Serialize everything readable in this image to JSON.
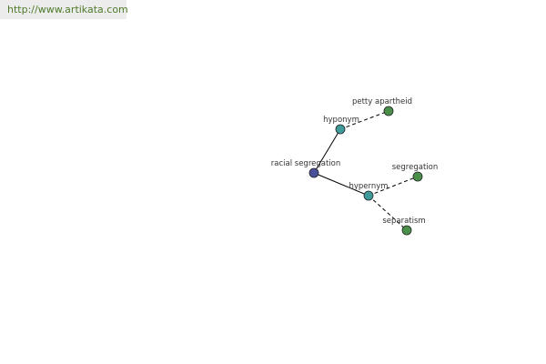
{
  "banner": {
    "url_text": "http://www.artikata.com"
  },
  "graph": {
    "nodes": {
      "root": {
        "label": "racial segregation",
        "color": "#4a4f9a"
      },
      "hyponym": {
        "label": "hyponym",
        "color": "#3f9a9a"
      },
      "hypernym": {
        "label": "hypernym",
        "color": "#3f9a9a"
      },
      "petty_apartheid": {
        "label": "petty apartheid",
        "color": "#4a8f4a"
      },
      "segregation": {
        "label": "segregation",
        "color": "#4a8f4a"
      },
      "separatism": {
        "label": "separatism",
        "color": "#4a8f4a"
      }
    }
  }
}
